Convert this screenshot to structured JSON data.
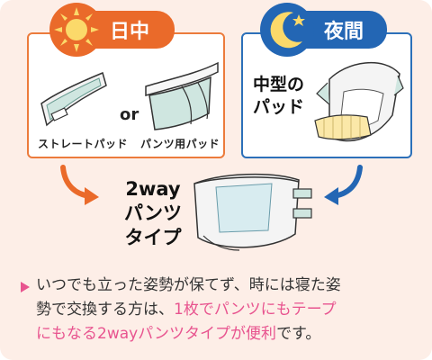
{
  "day": {
    "label": "日中",
    "or": "or",
    "caption_left": "ストレートパッド",
    "caption_right": "パンツ用パッド"
  },
  "night": {
    "label": "夜間",
    "pad_line1": "中型の",
    "pad_line2": "パッド"
  },
  "pants": {
    "line1": "2way",
    "line2": "パンツ",
    "line3": "タイプ"
  },
  "note": {
    "line1": "いつでも立った姿勢が保てず、時には寝た姿",
    "line2_plain": "勢で交換する方は、",
    "line2_highlight": "1枚でパンツにもテープ",
    "line3_highlight": "にもなる2wayパンツタイプが便利",
    "line3_plain": "です。"
  },
  "colors": {
    "day": "#ea6a2a",
    "night": "#2366b4",
    "background": "#fdeee7",
    "highlight": "#e8548f"
  },
  "icons": [
    "sun-icon",
    "moon-icon",
    "arrow-icon",
    "bullet-triangle-icon"
  ]
}
